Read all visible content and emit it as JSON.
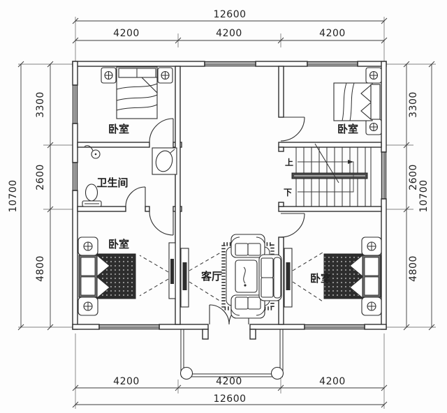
{
  "plan": {
    "labels": {
      "bedroom_tl": "卧室",
      "bedroom_tr": "卧室",
      "bedroom_bl": "卧室",
      "bedroom_br": "卧室",
      "bathroom": "卫生间",
      "living_room": "客厅",
      "stair_up": "上",
      "stair_down": "下"
    },
    "dimensions": {
      "top": {
        "total": "12600",
        "segments": [
          "4200",
          "4200",
          "4200"
        ]
      },
      "bottom": {
        "total": "12600",
        "segments": [
          "4200",
          "4200",
          "4200"
        ]
      },
      "left": {
        "total": "10700",
        "segments": [
          "3300",
          "2600",
          "4800"
        ]
      },
      "right": {
        "total": "10700",
        "segments": [
          "3300",
          "2600",
          "4800"
        ]
      }
    },
    "colors": {
      "line": "#2e2e2e",
      "background": "#fdfdfd",
      "dark_fill": "#3a3a3a"
    }
  }
}
